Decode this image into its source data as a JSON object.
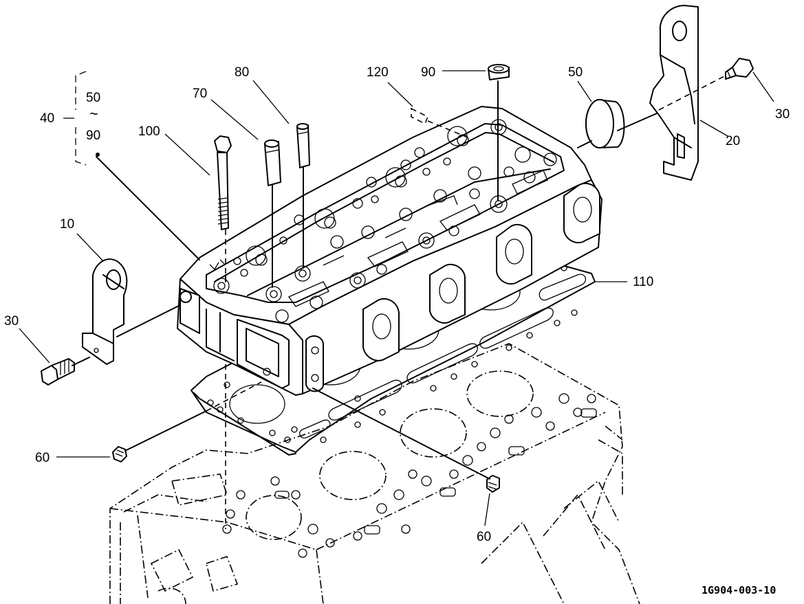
{
  "drawing": {
    "code": "1G904-003-10"
  },
  "group_bracket": {
    "label": "40",
    "range_from": "50",
    "range_sep": "~",
    "range_to": "90"
  },
  "callouts": {
    "p10": "10",
    "p20": "20",
    "p30_left": "30",
    "p30_right": "30",
    "p50": "50",
    "p60_left": "60",
    "p60_bottom": "60",
    "p70": "70",
    "p80": "80",
    "p90": "90",
    "p100": "100",
    "p110": "110",
    "p120": "120"
  },
  "colors": {
    "line": "#000000",
    "background": "#ffffff"
  }
}
